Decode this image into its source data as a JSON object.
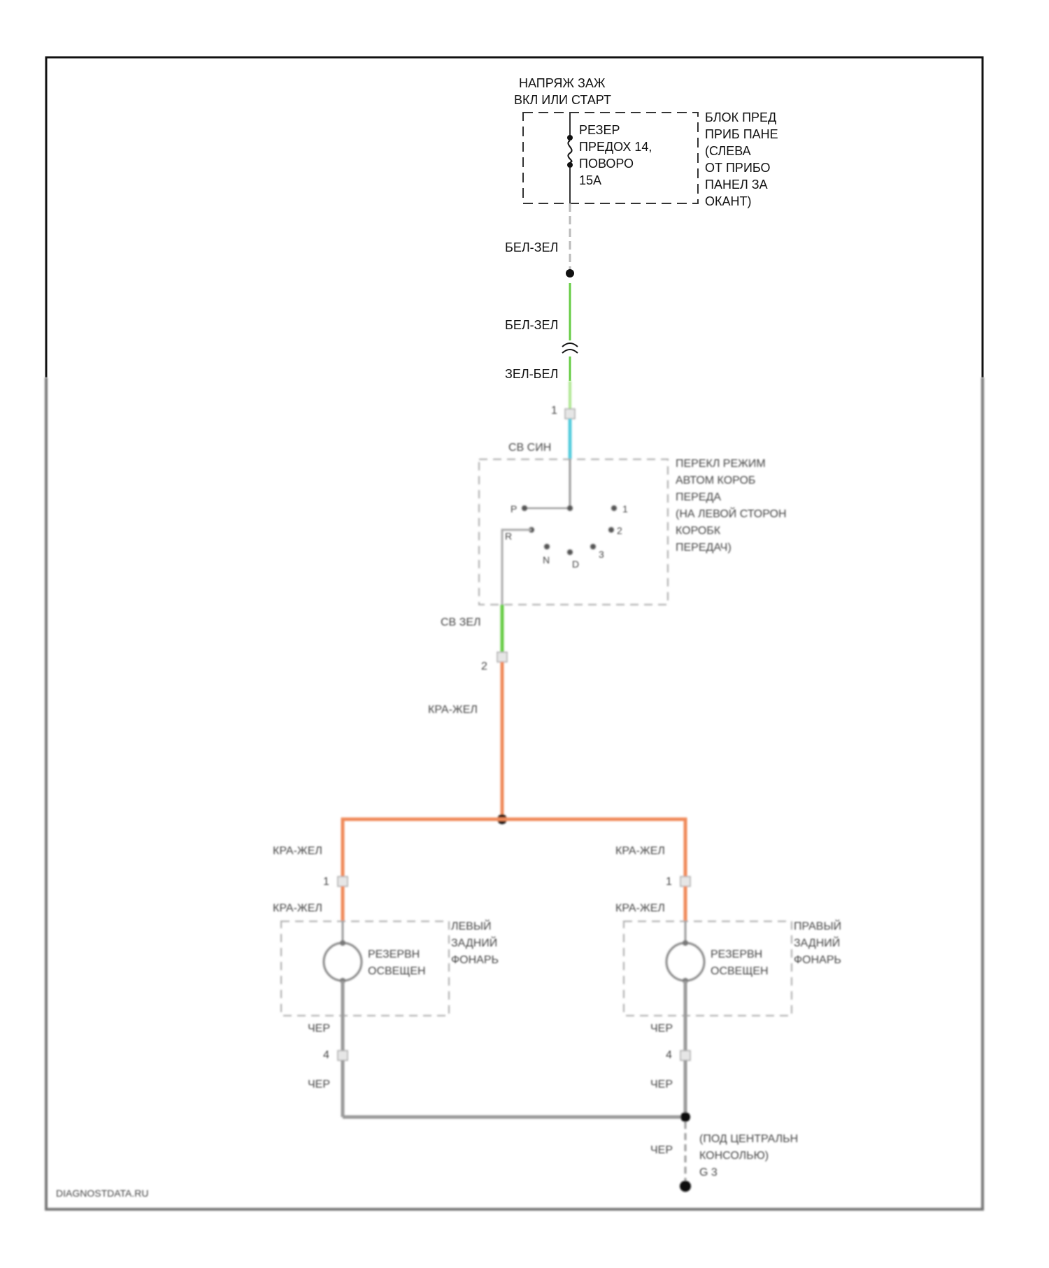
{
  "power_source": {
    "line1": "НАПРЯЖ ЗАЖ",
    "line2": "ВКЛ ИЛИ СТАРТ"
  },
  "fuse": {
    "line1": "РЕЗЕР",
    "line2": "ПРЕДОХ 14,",
    "line3": "ПОВОРО",
    "line4": "15A"
  },
  "fuse_block": {
    "line1": "БЛОК ПРЕД",
    "line2": "ПРИБ ПАНЕ",
    "line3": "(СЛЕВА",
    "line4": "ОТ ПРИБО",
    "line5": "ПАНЕЛ ЗА",
    "line6": "ОКАНТ)"
  },
  "wires": {
    "w1": "БЕЛ-ЗЕЛ",
    "w2": "БЕЛ-ЗЕЛ",
    "w3": "ЗЕЛ-БЕЛ",
    "w4": "СВ СИН",
    "w5": "СВ ЗЕЛ",
    "w6": "КРА-ЖЕЛ",
    "w7": "КРА-ЖЕЛ",
    "w8": "КРА-ЖЕЛ",
    "w9": "КРА-ЖЕЛ",
    "w10": "КРА-ЖЕЛ",
    "w11": "ЧЕР",
    "w12": "ЧЕР",
    "w13": "ЧЕР",
    "w14": "ЧЕР",
    "w15": "ЧЕР"
  },
  "pins": {
    "switch_in": "1",
    "switch_out": "2",
    "left_lamp_in": "1",
    "right_lamp_in": "1",
    "left_lamp_gnd": "4",
    "right_lamp_gnd": "4",
    "pos_p": "P",
    "pos_r": "R",
    "pos_n": "N",
    "pos_d": "D",
    "pos_1": "1",
    "pos_2": "2",
    "pos_3": "3"
  },
  "switch_label": {
    "line1": "ПЕРЕКЛ РЕЖИМ",
    "line2": "АВТОМ КОРОБ",
    "line3": "ПЕРЕДА",
    "line4": "(НА ЛЕВОЙ СТОРОН",
    "line5": "КОРОБК",
    "line6": "ПЕРЕДАЧ)"
  },
  "left_lamp": {
    "bulb_line1": "РЕЗЕРВН",
    "bulb_line2": "ОСВЕЩЕН",
    "name_line1": "ЛЕВЫЙ",
    "name_line2": "ЗАДНИЙ",
    "name_line3": "ФОНАРЬ"
  },
  "right_lamp": {
    "bulb_line1": "РЕЗЕРВН",
    "bulb_line2": "ОСВЕЩЕН",
    "name_line1": "ПРАВЫЙ",
    "name_line2": "ЗАДНИЙ",
    "name_line3": "ФОНАРЬ"
  },
  "ground": {
    "line1": "(ПОД ЦЕНТРАЛЬН",
    "line2": "КОНСОЛЬЮ)",
    "line3": "G 3"
  },
  "watermark": "DIAGNOSTDATA.RU",
  "colors": {
    "wire_grey": "#bbbbbb",
    "wire_green": "#66cc44",
    "wire_blue": "#55ccdd",
    "wire_orange": "#f08a5a",
    "wire_black": "#888888",
    "frame": "#111111"
  }
}
